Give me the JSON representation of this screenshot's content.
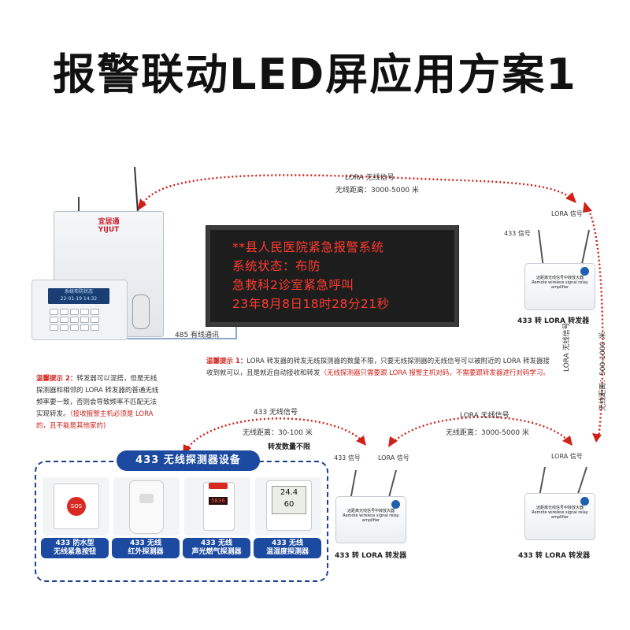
{
  "title": "报警联动LED屏应用方案1",
  "led_lines": [
    "**县人民医院紧急报警系统",
    "系统状态：布防",
    "急救科2诊室紧急呼叫",
    "23年8月8日18时28分21秒"
  ],
  "host_brand": "宜居通",
  "host_brand_latin": "YIJUT",
  "keypad_screen": [
    "系统布防状态",
    "22-01-19 14:32"
  ],
  "wired_label": "485 有线通讯",
  "lora_link_top": {
    "label": "LORA 无线信号",
    "distance": "无线距离：3000-5000 米"
  },
  "lora_link_right": {
    "label": "LORA 无线信号",
    "distance": "无线距离：500-1000 米"
  },
  "lora_link_bottom": {
    "label": "LORA 无线信号",
    "distance": "无线距离：3000-5000 米"
  },
  "link_433": {
    "label": "433 无线信号",
    "distance": "无线距离：30-100 米",
    "note": "转发数量不限"
  },
  "repeater_label": "433 转 LORA 转发器",
  "repeater_panel_text": "远距离无线信号中转放大器",
  "repeater_panel_sub": "Remote wireless signal relay amplifier",
  "signal_433": "433 信号",
  "signal_lora": "LORA  信号",
  "tip1": {
    "prefix": "温馨提示 1：",
    "body": "LORA 转发器的转发无线探测器的数量不限，只要无线探测器的无线信号可以被附近的 LORA 转发器接收到就可以，且是就近自动接收和转发",
    "red": "（无线探测器只需要跟 LORA 报警主机对码，不需要跟转发器进行对码学习。"
  },
  "tip2": {
    "prefix": "温馨提示 2：",
    "body": "转发器可以混搭，但是无线探测器和相邻的 LORA 转发器的普通无线频率要一致，否则会导致频率不匹配无法实现转发。",
    "red": "（接收报警主机必须是 LORA 的，且不能是其他家的)"
  },
  "sensor_panel_title": "433 无线探测器设备",
  "sensors": [
    {
      "line1": "433 防水型",
      "line2": "无线紧急按钮",
      "icon": "sos-button-icon"
    },
    {
      "line1": "433 无线",
      "line2": "红外探测器",
      "icon": "pir-detector-icon"
    },
    {
      "line1": "433 无线",
      "line2": "声光燃气探测器",
      "icon": "gas-detector-icon"
    },
    {
      "line1": "433 无线",
      "line2": "温湿度探测器",
      "icon": "thermo-hygrometer-icon"
    }
  ],
  "gas_display": "5836",
  "thermo_display": [
    "24.4",
    "60"
  ],
  "sos_text": "SOS",
  "colors": {
    "link_red": "#d0201a",
    "panel_blue": "#1b4aa0",
    "led_red": "#ff3b2f"
  }
}
